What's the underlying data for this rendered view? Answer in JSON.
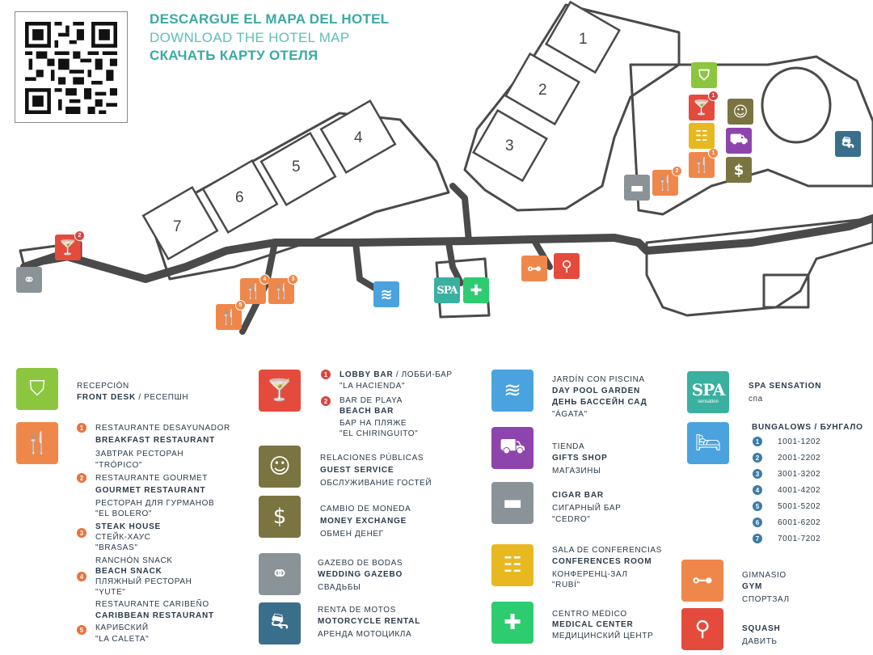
{
  "header": {
    "line_es": "DESCARGUE EL MAPA DEL HOTEL",
    "line_en": "DOWNLOAD THE HOTEL MAP",
    "line_ru": "СКАЧАТЬ КАРТУ ОТЕЛЯ"
  },
  "buildings": [
    "1",
    "2",
    "3",
    "4",
    "5",
    "6",
    "7"
  ],
  "map_icons": {
    "spa_label": "SPA",
    "spa_small": "sensation"
  },
  "colors": {
    "green": "#8cc63f",
    "orange": "#f0874a",
    "red": "#e54b3c",
    "teal_blue": "#4aa3df",
    "dark_olive": "#7a7440",
    "purple": "#8e44ad",
    "yellow": "#e8b820",
    "grey": "#8a9397",
    "teal": "#3ab0a0",
    "medical_green": "#2ecc71",
    "map_line": "#4a4a4a"
  },
  "legend": {
    "front_desk": {
      "es": "RECEPCIÓN",
      "en": "FRONT DESK",
      "ru": "/ РЕСЕПШН"
    },
    "restaurants": [
      {
        "num": "1",
        "es": "RESTAURANTE DESAYUNADOR",
        "en": "BREAKFAST RESTAURANT",
        "ru": "ЗАВТРАК РЕСТОРАН",
        "name": "\"TRÓPICO\""
      },
      {
        "num": "2",
        "es": "RESTAURANTE GOURMET",
        "en": "GOURMET RESTAURANT",
        "ru": "РЕСТОРАН ДЛЯ ГУРМАНОВ",
        "name": "\"EL BOLERO\""
      },
      {
        "num": "3",
        "es": "",
        "en": "STEAK HOUSE",
        "ru": "СТЕЙК-ХАУС",
        "name": "\"BRASAS\""
      },
      {
        "num": "4",
        "es": "RANCHÓN  SNACK",
        "en": "BEACH SNACK",
        "ru": "ПЛЯЖНЫЙ РЕСТОРАН",
        "name": "\"YUTE\""
      },
      {
        "num": "5",
        "es": "RESTAURANTE CARIBEÑO",
        "en": "CARIBBEAN  RESTAURANT",
        "ru": "КАРИБСКИЙ",
        "name": "\"LA CALETA\""
      }
    ],
    "bars": [
      {
        "num": "1",
        "en": "LOBBY BAR",
        "ru": "/ ЛОББИ-БАР",
        "name": "\"LA HACIENDA\""
      },
      {
        "num": "2",
        "es": "BAR DE PLAYA",
        "en": "BEACH BAR",
        "ru": "БАР НА ПЛЯЖЕ",
        "name": "\"EL CHIRINGUITO\""
      }
    ],
    "guest_service": {
      "es": "RELACIONES PÚBLICAS",
      "en": "GUEST SERVICE",
      "ru": "ОБСЛУЖИВАНИЕ ГОСТЕЙ"
    },
    "money_exchange": {
      "es": "CAMBIO DE MONEDA",
      "en": "MONEY EXCHANGE",
      "ru": "ОБМЕН ДЕНЕГ"
    },
    "wedding_gazebo": {
      "es": "GAZEBO DE BODAS",
      "en": "WEDDING GAZEBO",
      "ru": "СВАДЬБЫ"
    },
    "motorcycle_rental": {
      "es": "RENTA DE MOTOS",
      "en": "MOTORCYCLE RENTAL",
      "ru": "АРЕНДА МОТОЦИКЛА"
    },
    "pool_garden": {
      "es": "JARDÍN CON PISCINA",
      "en": "DAY POOL GARDEN",
      "ru": "ДЕНЬ БАССЕЙН САД",
      "name": "\"ÁGATA\""
    },
    "gifts_shop": {
      "es": "TIENDA",
      "en": "GIFTS SHOP",
      "ru": "МАГАЗИНЫ"
    },
    "cigar_bar": {
      "en": "CIGAR BAR",
      "ru": "СИГАРНЫЙ БАР",
      "name": "\"CEDRO\""
    },
    "conferences": {
      "es": "SALA DE CONFERENCIAS",
      "en": "CONFERENCES ROOM",
      "ru": "КОНФЕРЕНЦ-ЗАЛ",
      "name": "\"RUBÍ\""
    },
    "medical": {
      "es": "CENTRO MÉDICO",
      "en": "MEDICAL CENTER",
      "ru": "МЕДИЦИНСКИЙ ЦЕНТР"
    },
    "spa": {
      "en": "SPA SENSATION",
      "ru": "спа"
    },
    "bungalows": {
      "title": "BUNGALOWS / БУНГАЛО",
      "items": [
        {
          "num": "1",
          "range": "1001-1202"
        },
        {
          "num": "2",
          "range": "2001-2202"
        },
        {
          "num": "3",
          "range": "3001-3202"
        },
        {
          "num": "4",
          "range": "4001-4202"
        },
        {
          "num": "5",
          "range": "5001-5202"
        },
        {
          "num": "6",
          "range": "6001-6202"
        },
        {
          "num": "7",
          "range": "7001-7202"
        }
      ]
    },
    "gym": {
      "es": "GIMNASIO",
      "en": "GYM",
      "ru": "СПОРТЗАЛ"
    },
    "squash": {
      "en": "SQUASH",
      "ru": "ДАВИТЬ"
    }
  }
}
